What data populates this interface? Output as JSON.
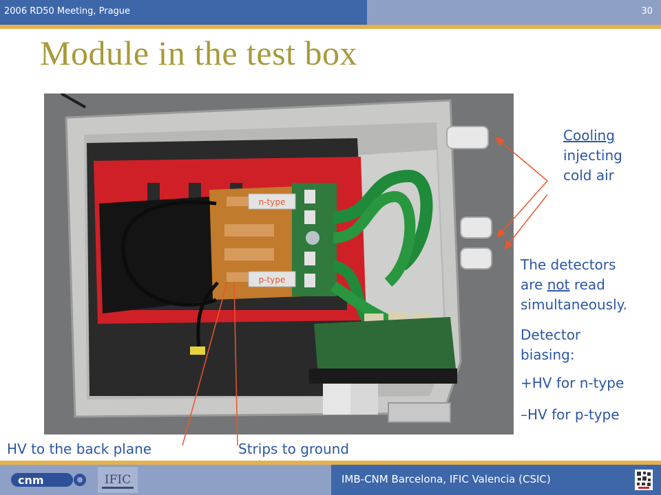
{
  "header": {
    "title": "2006 RD50 Meeting, Prague",
    "slide_number": "30"
  },
  "slide": {
    "title": "Module in the test box",
    "photo": {
      "label_n": "n-type",
      "label_p": "p-type"
    },
    "annotations": {
      "cooling_word": "Cooling",
      "cooling_rest_1": "injecting",
      "cooling_rest_2": "cold air",
      "detectors_1": "The detectors",
      "detectors_2a": "are ",
      "detectors_2b": "not",
      "detectors_2c": " read",
      "detectors_3": "simultaneously.",
      "biasing_1": "Detector",
      "biasing_2": "biasing:",
      "hv_n": "+HV for n-type",
      "hv_p": "–HV for p-type",
      "hv_back": "HV to the back plane",
      "strips": "Strips to ground"
    }
  },
  "footer": {
    "text": "IMB-CNM Barcelona, IFIC Valencia (CSIC)",
    "logo_cnm": "cnm",
    "logo_ific": "IFIC"
  },
  "colors": {
    "accent_blue": "#3e67aa",
    "light_blue": "#8fa0c6",
    "gold": "#e5b14a",
    "title": "#a79a3a",
    "text": "#2b56a6",
    "arrow": "#e8582d"
  }
}
